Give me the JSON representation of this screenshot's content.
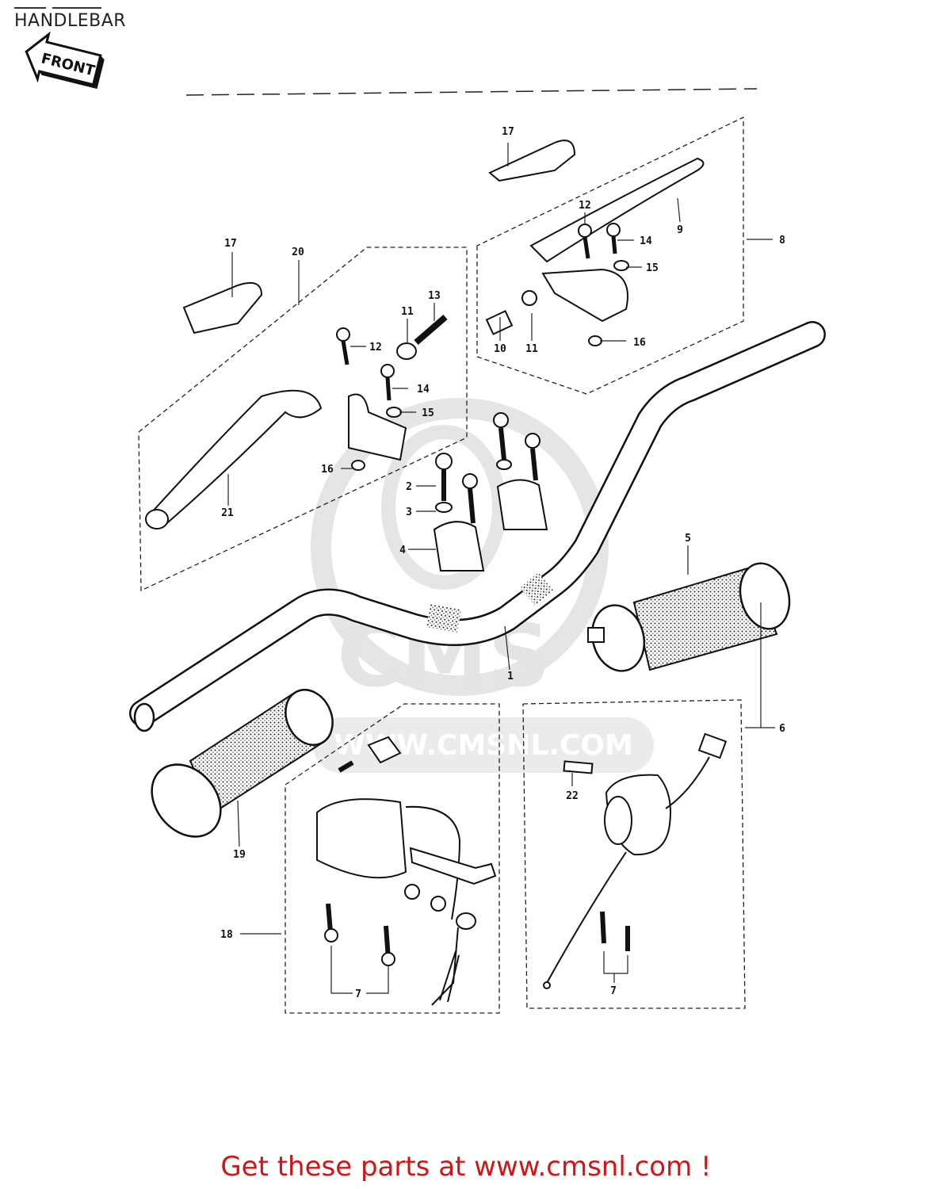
{
  "header": {
    "title": "HANDLEBAR",
    "front_label": "FRONT"
  },
  "watermark": {
    "logo_text": "CMS",
    "url_text": "WWW.CMSNL.COM"
  },
  "callouts": {
    "c1": "1",
    "c2": "2",
    "c3": "3",
    "c4": "4",
    "c5": "5",
    "c6": "6",
    "c7a": "7",
    "c7b": "7",
    "c8": "8",
    "c9": "9",
    "c10": "10",
    "c11a": "11",
    "c11b": "11",
    "c12a": "12",
    "c12b": "12",
    "c13": "13",
    "c14a": "14",
    "c14b": "14",
    "c15a": "15",
    "c15b": "15",
    "c16a": "16",
    "c16b": "16",
    "c17a": "17",
    "c17b": "17",
    "c18": "18",
    "c19": "19",
    "c20": "20",
    "c21": "21",
    "c22": "22"
  },
  "footer": {
    "cta_text": "Get these parts at www.cmsnl.com !"
  },
  "colors": {
    "footer_text": "#d41414",
    "line_art": "#111111",
    "watermark": "#d8d8d8"
  }
}
